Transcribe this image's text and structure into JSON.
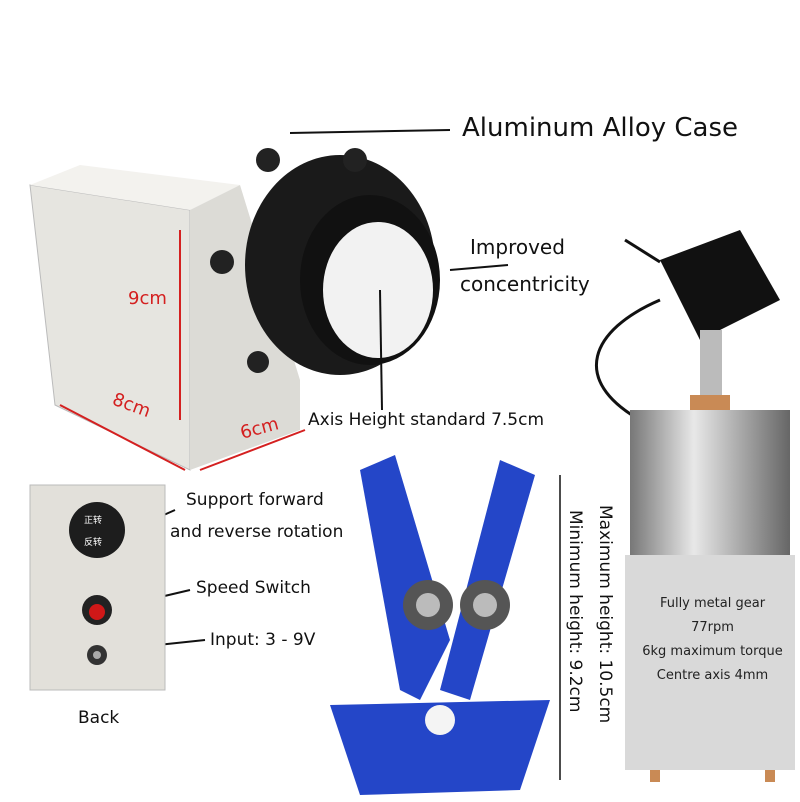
{
  "labels": {
    "case": "Aluminum Alloy Case",
    "concentricity_1": "Improved",
    "concentricity_2": "concentricity",
    "dim_height": "9cm",
    "dim_length": "8cm",
    "dim_width": "6cm",
    "axis_height": "Axis Height standard 7.5cm",
    "rotation_1": "Support forward",
    "rotation_2": "and reverse rotation",
    "speed": "Speed Switch",
    "input": "Input: 3 - 9V",
    "back": "Back",
    "max_height": "Maximum height: 10.5cm",
    "min_height": "Minimum height: 9.2cm",
    "switch_forward": "正转",
    "switch_reverse": "反转"
  },
  "motor_specs": [
    "Fully metal gear",
    "77rpm",
    "6kg maximum torque",
    "Centre axis 4mm"
  ],
  "colors": {
    "accent_red": "#d42020",
    "stand_blue": "#2446c8",
    "case_white": "#ecebe6"
  }
}
